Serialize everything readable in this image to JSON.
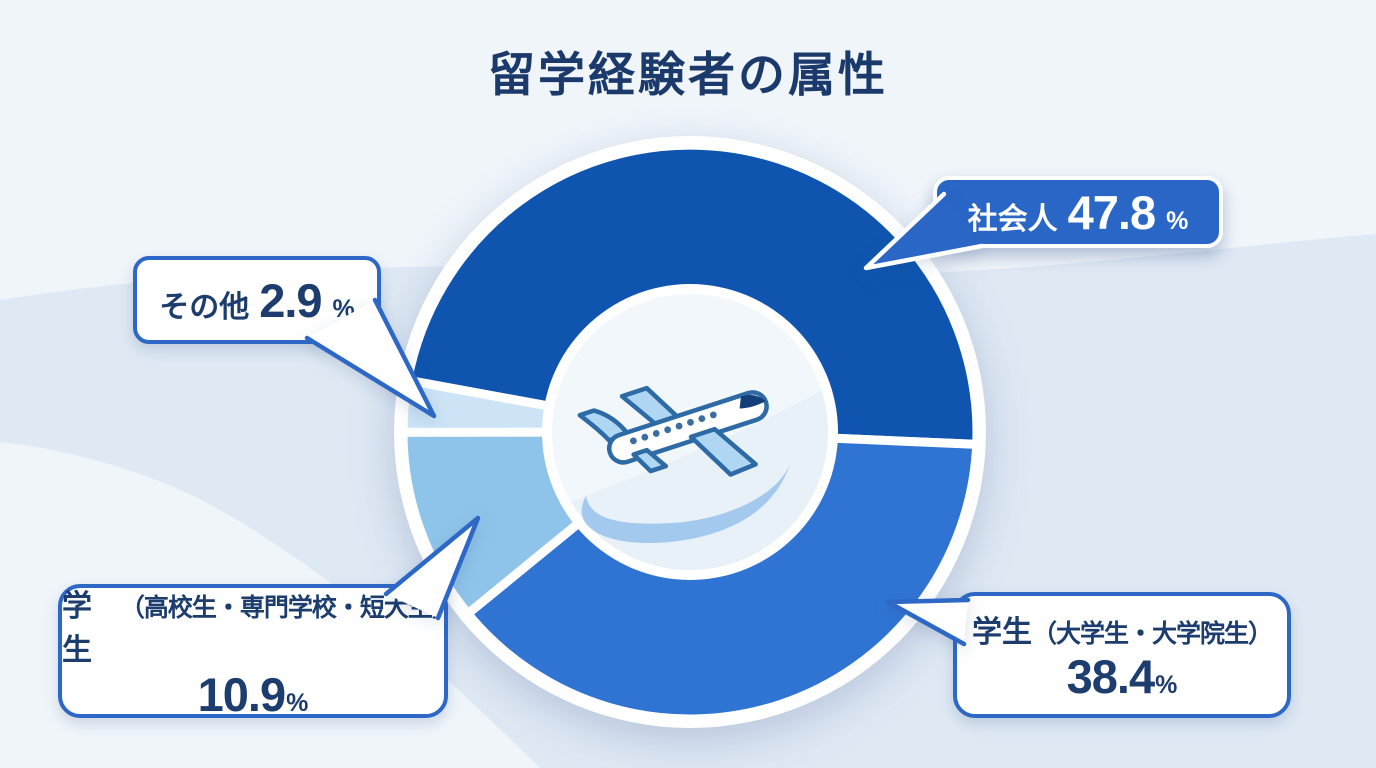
{
  "title": "留学経験者の属性",
  "chart_data": {
    "type": "pie",
    "variant": "donut",
    "title": "留学経験者の属性",
    "unit": "%",
    "start_angle_deg_clockwise_from_top": -79.6,
    "legend_position": "callout-bubbles",
    "center_icon": "airplane-icon",
    "slices": [
      {
        "key": "shakaijin",
        "label": "社会人",
        "value": 47.8,
        "color": "#0F55AF"
      },
      {
        "key": "daigakusei",
        "label": "学生（大学生・大学院生）",
        "value": 38.4,
        "color": "#3074D3"
      },
      {
        "key": "koukousei",
        "label": "学生（高校生・専門学校・短大生）",
        "value": 10.9,
        "color": "#8FC4EA"
      },
      {
        "key": "sonota",
        "label": "その他",
        "value": 2.9,
        "color": "#CCE4F6"
      }
    ]
  },
  "callouts": {
    "shakaijin": {
      "name": "社会人",
      "value": "47.8",
      "unit": "%"
    },
    "daigakusei": {
      "name_main": "学生",
      "name_sub": "（大学生・大学院生）",
      "value": "38.4",
      "unit": "%"
    },
    "koukousei": {
      "name_main": "学生",
      "name_sub": "（高校生・専門学校・短大生）",
      "value": "10.9",
      "unit": "%"
    },
    "sonota": {
      "name": "その他",
      "value": "2.9",
      "unit": "%"
    }
  },
  "colors": {
    "background": "#F0F5FA",
    "background_wave": "#DFE9F4",
    "bubble_blue": "#2A66C6",
    "bubble_border_blue": "#2E68C6",
    "text_navy": "#1C3D6D",
    "separator_white": "#FFFFFF"
  }
}
